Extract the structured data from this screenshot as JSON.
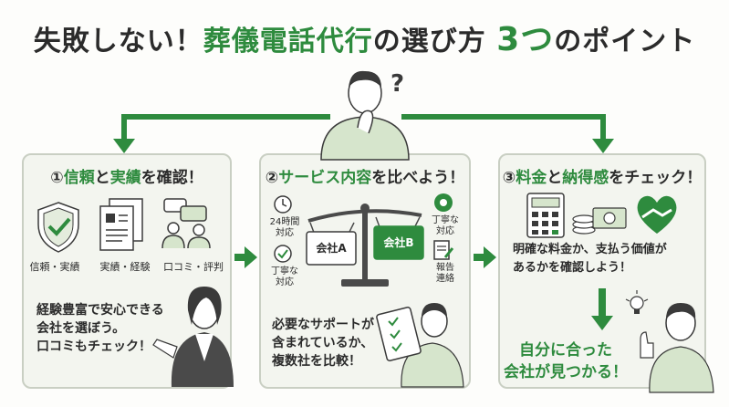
{
  "title": {
    "part1": "失敗しない！",
    "part2": "葬儀電話代行",
    "part3": "の選び方",
    "part4": "3つ",
    "part5": "のポイント"
  },
  "panels": [
    {
      "num": "①",
      "kw1": "信頼",
      "mid": "と",
      "kw2": "実績",
      "tail": "を確認！",
      "icons": [
        "信頼・実績",
        "実績・経験",
        "口コミ・評判"
      ],
      "body": [
        "経験豊富で安心できる",
        "会社を選ぼう。",
        "口コミもチェック！"
      ]
    },
    {
      "num": "②",
      "kw1": "サービス内容",
      "tail": "を比べよう！",
      "features_left": [
        [
          "24時間",
          "対応"
        ],
        [
          "丁寧な",
          "対応"
        ]
      ],
      "features_right": [
        [
          "丁寧な",
          "対応"
        ],
        [
          "報告",
          "連絡"
        ]
      ],
      "company_a": "会社A",
      "company_b": "会社B",
      "body": [
        "必要なサポートが",
        "含まれているか、",
        "複数社を比較！"
      ]
    },
    {
      "num": "③",
      "kw1": "料金",
      "mid": "と",
      "kw2": "納得感",
      "tail": "をチェック！",
      "body": [
        "明確な料金か、支払う価値が",
        "あるかを確認しよう！"
      ]
    }
  ],
  "conclusion": [
    "自分に合った",
    "会社が見つかる！"
  ],
  "colors": {
    "accent": "#2e8b3e",
    "panel_bg": "#f3f5ef",
    "panel_border": "#c9cfc3"
  }
}
